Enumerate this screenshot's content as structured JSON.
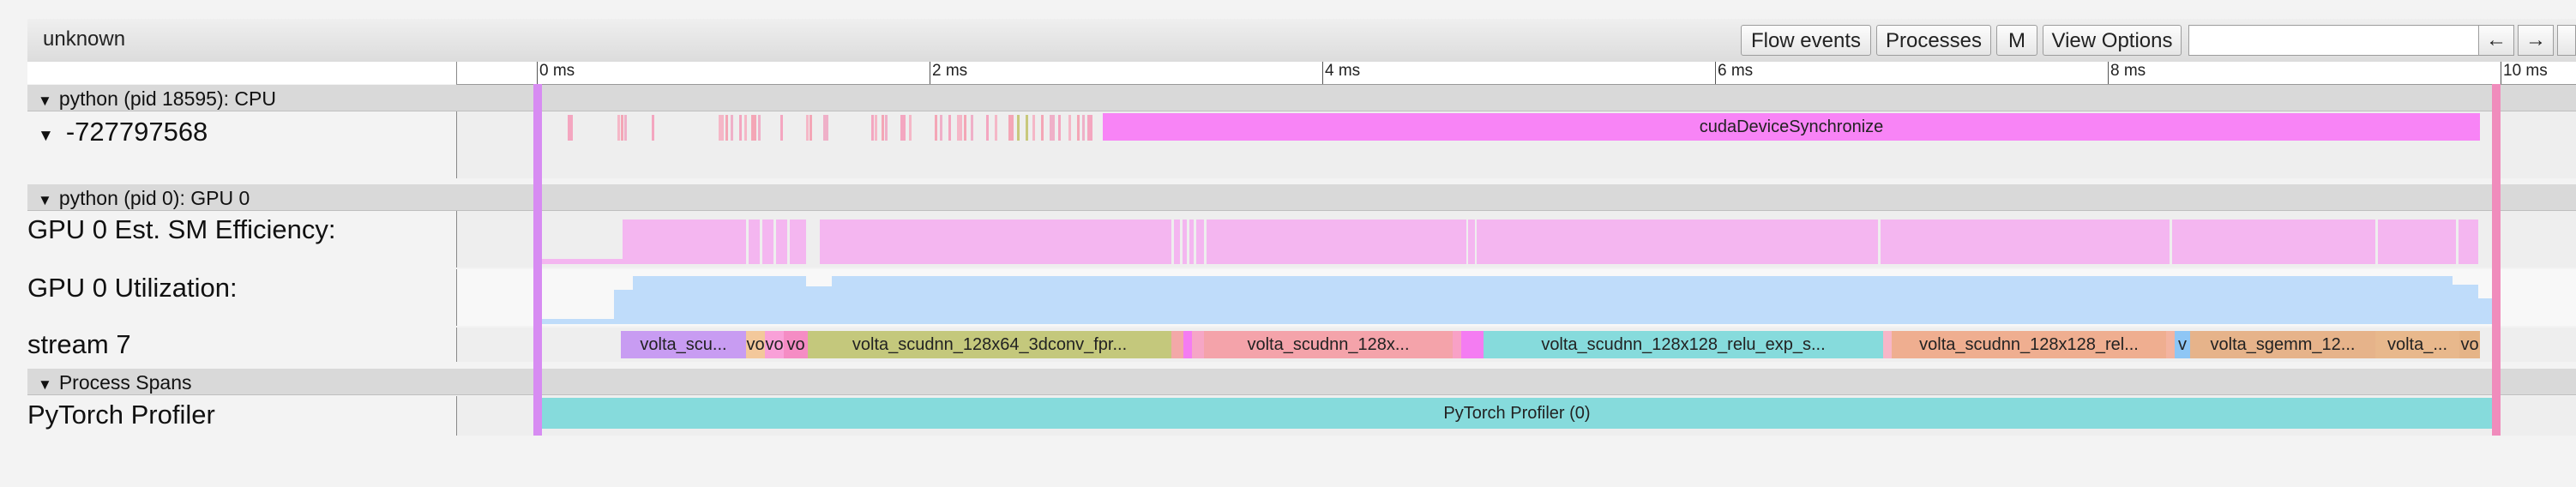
{
  "toolbar": {
    "title": "unknown",
    "flow_events": "Flow events",
    "processes": "Processes",
    "m": "M",
    "view_options": "View Options",
    "search_placeholder": "",
    "prev": "←",
    "next": "→"
  },
  "ruler": {
    "ticks": [
      "0 ms",
      "2 ms",
      "4 ms",
      "6 ms",
      "8 ms",
      "10 ms"
    ]
  },
  "processes": [
    {
      "header": "python (pid 18595): CPU"
    },
    {
      "header": "python (pid 0): GPU 0"
    },
    {
      "header": "Process Spans"
    }
  ],
  "tracks": {
    "cpu_thread": "-727797568",
    "gpu_sm_efficiency": "GPU 0 Est. SM Efficiency:",
    "gpu_utilization": "GPU 0 Utilization:",
    "stream": "stream 7",
    "profiler": "PyTorch Profiler"
  },
  "slices": {
    "cuda_sync": "cudaDeviceSynchronize",
    "profiler_span": "PyTorch Profiler (0)",
    "kernels": [
      "volta_scu...",
      "vo",
      "vo",
      "vo",
      "volta_scudnn_128x64_3dconv_fpr...",
      "volta_scudnn_128x...",
      "volta_scudnn_128x128_relu_exp_s...",
      "volta_scudnn_128x128_rel...",
      "v",
      "volta_sgemm_12...",
      "volta_...",
      "vo"
    ]
  },
  "colors": {
    "cuda_sync": "#f884f6",
    "sm_efficiency": "#f4b6f0",
    "utilization": "#bfdcfa",
    "profiler_span": "#86dbdc",
    "selection_left": "#d78cf2",
    "selection_right": "#f08cbc"
  }
}
